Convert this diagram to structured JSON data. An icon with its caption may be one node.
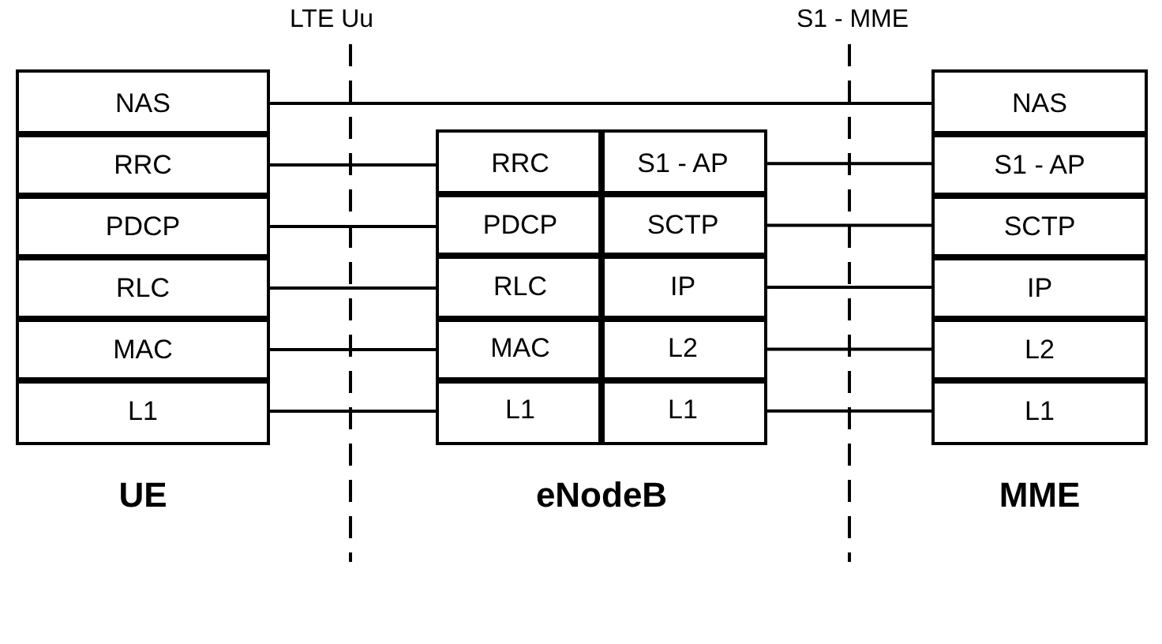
{
  "diagram": {
    "nodes": [
      {
        "text": [
          "UE"
        ]
      },
      {
        "text": [
          "NAS"
        ],
        "in": 0
      },
      {
        "text": [
          "RRC"
        ],
        "in": 0
      },
      {
        "text": [
          "PDCP"
        ],
        "in": 0
      },
      {
        "text": [
          "RLC"
        ],
        "in": 0
      },
      {
        "text": [
          "MAC"
        ],
        "in": 0
      },
      {
        "text": [
          "L1"
        ],
        "in": 0
      },
      {
        "text": [
          "eNodeB"
        ]
      },
      {
        "text": [
          "RRC"
        ],
        "in": 7
      },
      {
        "text": [
          "S1 - AP"
        ],
        "in": 7
      },
      {
        "text": [
          "PDCP"
        ],
        "in": 7
      },
      {
        "text": [
          "SCTP"
        ],
        "in": 7
      },
      {
        "text": [
          "RLC"
        ],
        "in": 7
      },
      {
        "text": [
          "IP"
        ],
        "in": 7
      },
      {
        "text": [
          "MAC"
        ],
        "in": 7
      },
      {
        "text": [
          "L2"
        ],
        "in": 7
      },
      {
        "text": [
          "L1"
        ],
        "in": 7
      },
      {
        "text": [
          "L1"
        ],
        "in": 7
      },
      {
        "text": [
          "MME"
        ]
      },
      {
        "text": [
          "NAS"
        ],
        "in": 18
      },
      {
        "text": [
          "S1 - AP"
        ],
        "in": 18
      },
      {
        "text": [
          "SCTP"
        ],
        "in": 18
      },
      {
        "text": [
          "IP"
        ],
        "in": 18
      },
      {
        "text": [
          "L2"
        ],
        "in": 18
      },
      {
        "text": [
          "L1"
        ],
        "in": 18
      }
    ],
    "edges": [
      {
        "from": 1,
        "to": 19,
        "arrow": "none"
      },
      {
        "from": 2,
        "to": 8,
        "arrow": "none"
      },
      {
        "from": 3,
        "to": 10,
        "arrow": "none"
      },
      {
        "from": 4,
        "to": 12,
        "arrow": "none"
      },
      {
        "from": 5,
        "to": 14,
        "arrow": "none"
      },
      {
        "from": 6,
        "to": 16,
        "arrow": "none"
      },
      {
        "from": 9,
        "to": 20,
        "arrow": "none"
      },
      {
        "from": 11,
        "to": 21,
        "arrow": "none"
      },
      {
        "from": 13,
        "to": 22,
        "arrow": "none"
      },
      {
        "from": 15,
        "to": 23,
        "arrow": "none"
      },
      {
        "from": 17,
        "to": 24,
        "arrow": "none"
      }
    ],
    "labels": [
      "LTE Uu",
      "S1 - MME"
    ]
  }
}
